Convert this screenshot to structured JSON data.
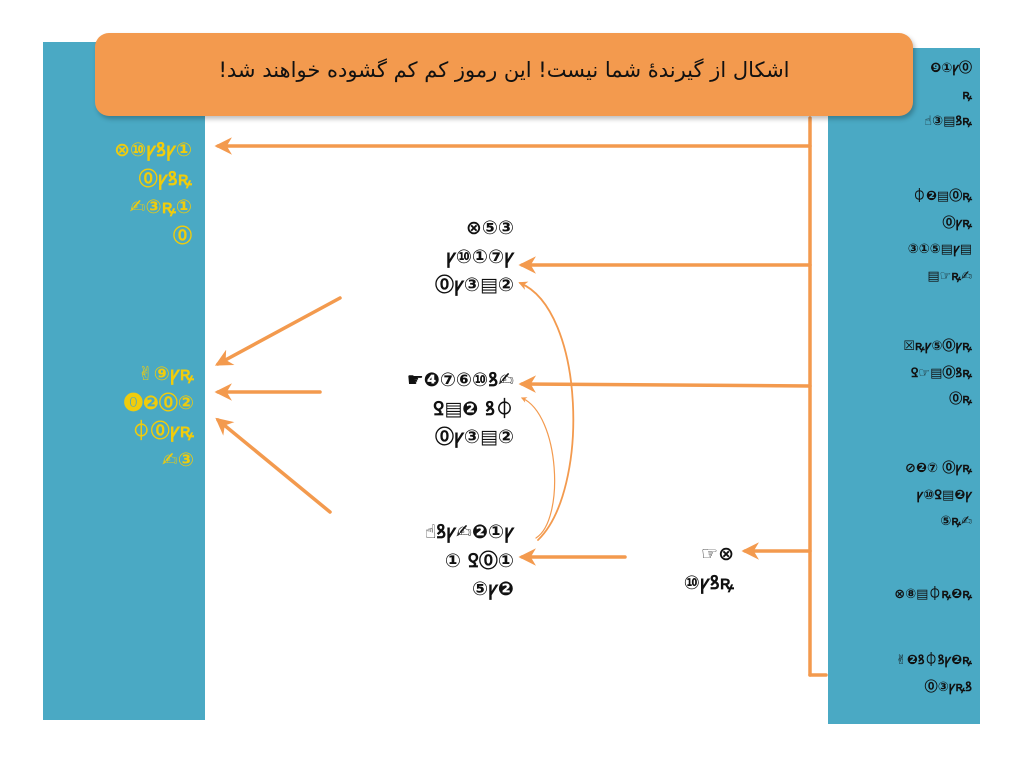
{
  "banner": {
    "text": "اشکال از گیرندهٔ شما نیست! این رموز کم کم گشوده خواهند شد!"
  },
  "colors": {
    "panel": "#4aa9c4",
    "banner": "#f39a4e",
    "arrow": "#f39a4e",
    "gold_text": "#f0cc0c",
    "dark_text": "#111111"
  },
  "left_panel": {
    "group1": [
      "⊗⑩ꝩꝸꝩ①",
      "⓪ꝩꝸꝶ",
      "✍③ꝶ①",
      "⓪"
    ],
    "group2": [
      "✌⑨ꝩꝶ",
      "⓿❷⓪②",
      "⏀⓪ꝩꝶ",
      "✍③"
    ]
  },
  "center": {
    "node1": [
      "⊗⑤③",
      "ꝩ⑩①⑦ꝩ",
      "⓪ꝩ③▤②"
    ],
    "node2": [
      "☛❹⑦⑥⑩ꝸ✍",
      "Ꝿ▤❷   ꝸ⏀",
      "⓪ꝩ③▤②"
    ],
    "node3": [
      "☝ꝸꝩ✍❷①ꝩ",
      "①   Ꝿ⓪①",
      "⑤ꝩ❷"
    ],
    "node4": [
      "☞⊗",
      "⑩ꝩꝸꝶ"
    ]
  },
  "right_panel": {
    "group1": [
      "❾①ꝩ⓪",
      "ꝶ",
      "☝③▤ꝸꝶ"
    ],
    "group2": [
      "⏀❷▤⓪ꝶ",
      "⓪ꝩꝶ",
      "③①⑤▤ꝩ▤",
      "▤☞ꝶ✍"
    ],
    "group3": [
      "☒ꝶꝩ⑤⓪ꝩꝶ",
      "Ꝿ☞▤⓪ꝸꝶ",
      "⓪ꝶ"
    ],
    "group4": [
      "⊘❷⑦   ⓪ꝩꝶ",
      "ꝩ⑩Ꝿ▤❷ꝩ",
      "⑤ꝶ✍"
    ],
    "group5": [
      "⊗⑧▤⏀ꝶ❷ꝶ"
    ],
    "group6": [
      "✌❷ꝸ⏀ꝸꝩ❷ꝶ",
      "⓪③ꝩꝶꝸ"
    ]
  }
}
